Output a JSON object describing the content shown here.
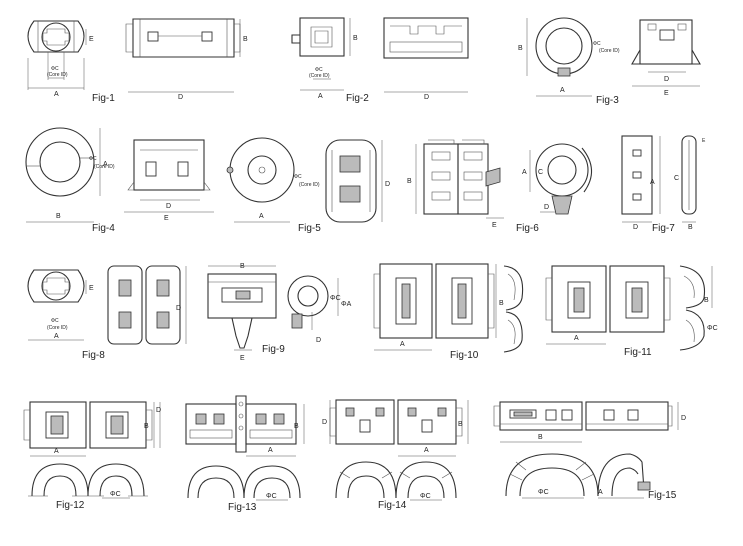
{
  "labels": {
    "A": "A",
    "B": "B",
    "C": "C",
    "D": "D",
    "E": "E",
    "phiC": "ΦC",
    "phiA": "ΦA",
    "core_id": "(Core ID)"
  },
  "figures": {
    "f1": "Fig-1",
    "f2": "Fig-2",
    "f3": "Fig-3",
    "f4": "Fig-4",
    "f5": "Fig-5",
    "f6": "Fig-6",
    "f7": "Fig-7",
    "f8": "Fig-8",
    "f9": "Fig-9",
    "f10": "Fig-10",
    "f11": "Fig-11",
    "f12": "Fig-12",
    "f13": "Fig-13",
    "f14": "Fig-14",
    "f15": "Fig-15"
  }
}
